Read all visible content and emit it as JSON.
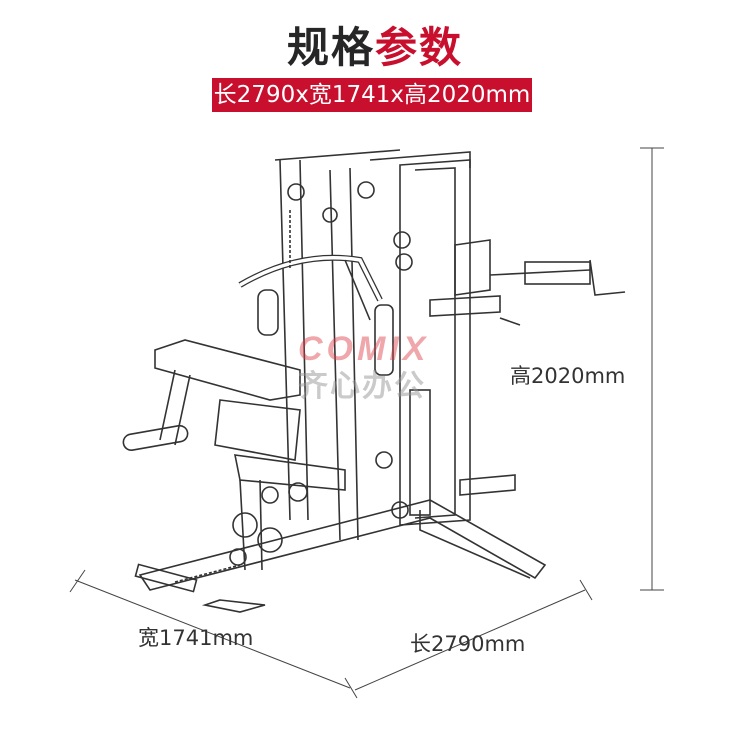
{
  "title": {
    "part1": "规格",
    "part2": "参数"
  },
  "spec_bar": "长2790x宽1741x高2020mm",
  "dimensions": {
    "height_label": "高2020mm",
    "width_label": "宽1741mm",
    "length_label": "长2790mm"
  },
  "watermark": {
    "brand": "COMIX",
    "cn": "齐心办公"
  },
  "colors": {
    "accent": "#c8102e",
    "text": "#262626"
  }
}
